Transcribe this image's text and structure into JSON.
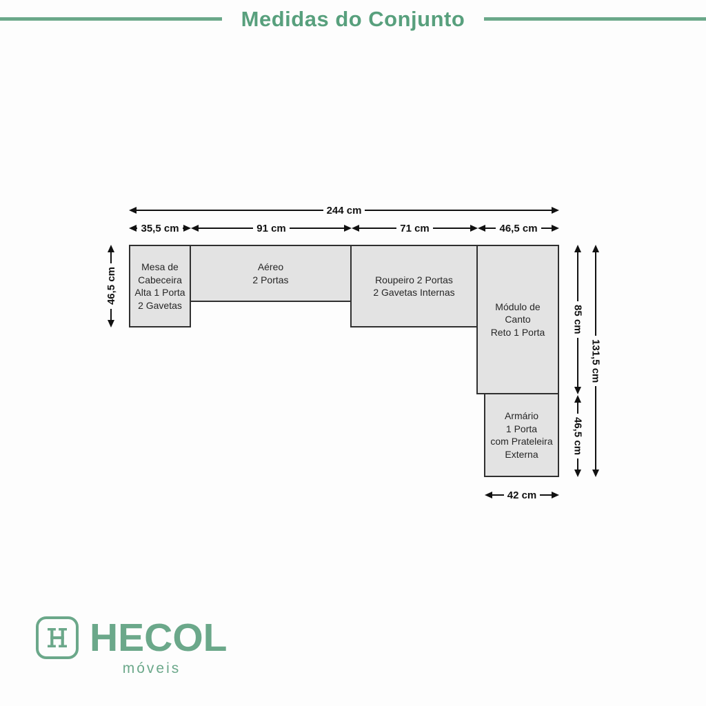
{
  "title": "Medidas do Conjunto",
  "colors": {
    "brand_green": "#6ba88a",
    "title_green": "#58a07d",
    "box_fill": "#e3e3e3",
    "box_border": "#2f2f2f",
    "dimension_black": "#111111"
  },
  "diagram": {
    "boxes": {
      "mesa": {
        "lines": [
          "Mesa de",
          "Cabeceira",
          "Alta 1 Porta",
          "2 Gavetas"
        ]
      },
      "aereo": {
        "lines": [
          "Aéreo",
          "2 Portas"
        ]
      },
      "roupeiro": {
        "lines": [
          "Roupeiro 2 Portas",
          "2 Gavetas Internas"
        ]
      },
      "modulo": {
        "lines": [
          "Módulo de",
          "Canto",
          "Reto 1 Porta"
        ]
      },
      "armario": {
        "lines": [
          "Armário",
          "1 Porta",
          "com Prateleira",
          "Externa"
        ]
      }
    },
    "dimensions": {
      "total_width": "244 cm",
      "mesa_width": "35,5 cm",
      "aereo_width": "91 cm",
      "roupeiro_width": "71 cm",
      "modulo_width": "46,5 cm",
      "mesa_height": "46,5 cm",
      "modulo_height": "85 cm",
      "armario_height": "46,5 cm",
      "right_total_height": "131,5 cm",
      "armario_width": "42 cm"
    }
  },
  "logo": {
    "monogram": "H",
    "brand": "HECOL",
    "tagline": "móveis"
  }
}
